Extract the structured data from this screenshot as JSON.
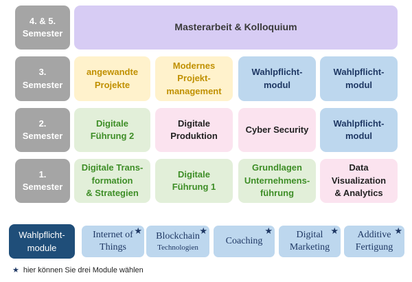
{
  "semesters": [
    "4. & 5.\nSemester",
    "3.\nSemester",
    "2.\nSemester",
    "1.\nSemester"
  ],
  "row_45": {
    "cell": "Masterarbeit & Kolloquium"
  },
  "row_3": [
    "angewandte\nProjekte",
    "Modernes\nProjekt-\nmanagement",
    "Wahlpflicht-\nmodul",
    "Wahlpflicht-\nmodul"
  ],
  "row_2": [
    "Digitale\nFührung 2",
    "Digitale\nProduktion",
    "Cyber Security",
    "Wahlpflicht-\nmodul"
  ],
  "row_1": [
    "Digitale Trans-\nformation\n& Strategien",
    "Digitale\nFührung 1",
    "Grundlagen\nUnternehmens-\nführung",
    "Data\nVisualization\n& Analytics"
  ],
  "modules": {
    "title": "Wahlpflicht-\nmodule",
    "items": [
      {
        "line1": "Internet of",
        "line2": "Things"
      },
      {
        "line1": "Blockchain",
        "line2": "Technologien"
      },
      {
        "line1": "Coaching",
        "line2": ""
      },
      {
        "line1": "Digital",
        "line2": "Marketing"
      },
      {
        "line1": "Additive",
        "line2": "Fertigung"
      }
    ],
    "star": "★"
  },
  "footnote": "hier können Sie drei Module wählen",
  "colors": {
    "semester": "#a5a5a5",
    "yellow": "#fff2cc",
    "green": "#e2efd9",
    "pink": "#fbe3ef",
    "blue": "#bdd7ee",
    "purple": "#d7ccf4",
    "navy": "#1f4e79"
  }
}
